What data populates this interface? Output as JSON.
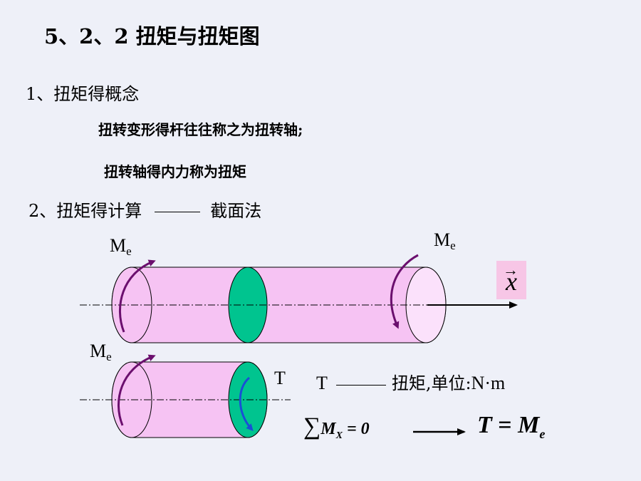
{
  "title": "5、2、2  扭矩与扭矩图",
  "section1": {
    "heading": "1、扭矩得概念",
    "line1": "扭转变形得杆往往称之为扭转轴;",
    "line2": "扭转轴得内力称为扭矩"
  },
  "section2": {
    "heading_prefix": "2、扭矩得计算",
    "heading_suffix": "截面法"
  },
  "figure": {
    "me": "M",
    "me_sub": "e",
    "axis_symbol": "x",
    "axis_arrow": "→",
    "t_label": "T",
    "t_definition_symbol": "T",
    "t_definition_text": "扭矩,单位:",
    "unit": "N·m",
    "equation_sum": "∑",
    "equation_lhs": "M",
    "equation_lhs_sub": "X",
    "equation_lhs_value": " = 0",
    "equation_result_t": "T",
    "equation_result_eq": " = ",
    "equation_result_m": "M",
    "equation_result_sub": "e"
  },
  "colors": {
    "cylinder_fill": "#f6c3f3",
    "cylinder_end": "#fbe1fb",
    "section_fill": "#00c48f",
    "arrow": "#6b0f6e",
    "x_background": "#f7c6e6"
  }
}
